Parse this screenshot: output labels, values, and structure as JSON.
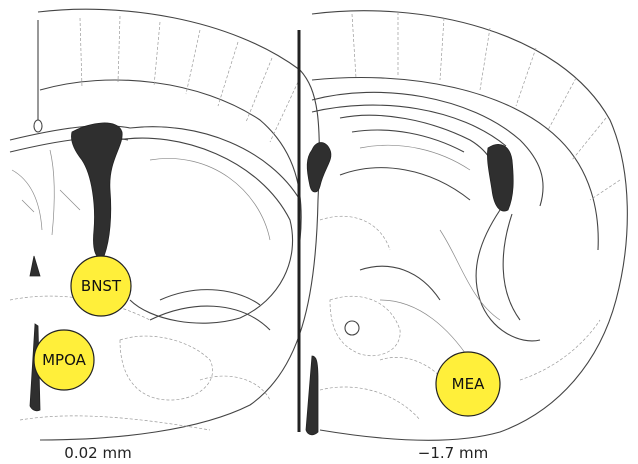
{
  "panels": [
    {
      "section_label": "0.02 mm",
      "regions": [
        "BNST",
        "MPOA"
      ]
    },
    {
      "section_label": "−1.7 mm",
      "regions": [
        "MEA"
      ]
    }
  ],
  "colors": {
    "region_fill": "#ffef3a",
    "ventricle_fill": "#2f2f2f",
    "outline": "#444444",
    "background": "#ffffff"
  }
}
